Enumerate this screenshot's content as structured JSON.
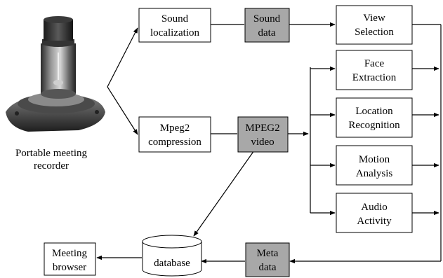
{
  "recorder": {
    "caption_line1": "Portable meeting",
    "caption_line2": "recorder"
  },
  "nodes": {
    "sound_localization": [
      "Sound",
      "localization"
    ],
    "sound_data": [
      "Sound",
      "data"
    ],
    "view_selection": [
      "View",
      "Selection"
    ],
    "face_extraction": [
      "Face",
      "Extraction"
    ],
    "location_recognition": [
      "Location",
      "Recognition"
    ],
    "motion_analysis": [
      "Motion",
      "Analysis"
    ],
    "audio_activity": [
      "Audio",
      "Activity"
    ],
    "mpeg2_compression": [
      "Mpeg2",
      "compression"
    ],
    "mpeg2_video": [
      "MPEG2",
      "video"
    ],
    "meta_data": [
      "Meta",
      "data"
    ],
    "database": [
      "database"
    ],
    "meeting_browser": [
      "Meeting",
      "browser"
    ]
  },
  "colors": {
    "stroke": "#000000",
    "box_fill": "#ffffff",
    "data_box_fill": "#a8a8a8"
  }
}
